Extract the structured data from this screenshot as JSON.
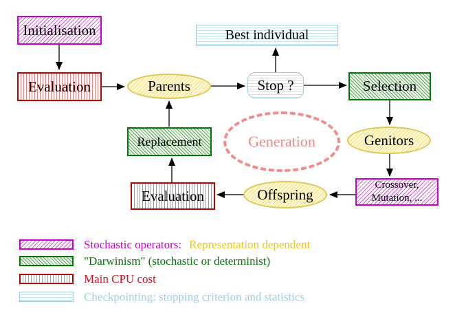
{
  "nodes": {
    "initialisation": {
      "label": "Initialisation"
    },
    "evaluation_top": {
      "label": "Evaluation"
    },
    "parents": {
      "label": "Parents"
    },
    "stop": {
      "label": "Stop ?"
    },
    "best_individual": {
      "label": "Best individual"
    },
    "selection": {
      "label": "Selection"
    },
    "genitors": {
      "label": "Genitors"
    },
    "crossover_mutation": {
      "line1": "Crossover,",
      "line2": "Mutation, ..."
    },
    "offspring": {
      "label": "Offspring"
    },
    "evaluation_bottom": {
      "label": "Evaluation"
    },
    "replacement": {
      "label": "Replacement"
    },
    "generation": {
      "label": "Generation"
    }
  },
  "legend": {
    "items": [
      {
        "name": "stochastic-operators",
        "text1": "Stochastic operators:",
        "text2": "Representation dependent"
      },
      {
        "name": "darwinism",
        "text": "\"Darwinism\" (stochastic or determinist)"
      },
      {
        "name": "main-cpu-cost",
        "text": "Main CPU cost"
      },
      {
        "name": "checkpointing",
        "text": "Checkpointing: stopping criterion and statistics"
      }
    ]
  },
  "colors": {
    "stochastic_magenta": "#cc00cc",
    "representation_gold": "#eec520",
    "darwinism_green": "#007700",
    "cpu_red": "#bb0000",
    "checkpoint_blue": "#9fcadd",
    "yellow_node_border": "#dcc855",
    "generation_salmon": "#f28c8c",
    "arrow_black": "#000000"
  }
}
